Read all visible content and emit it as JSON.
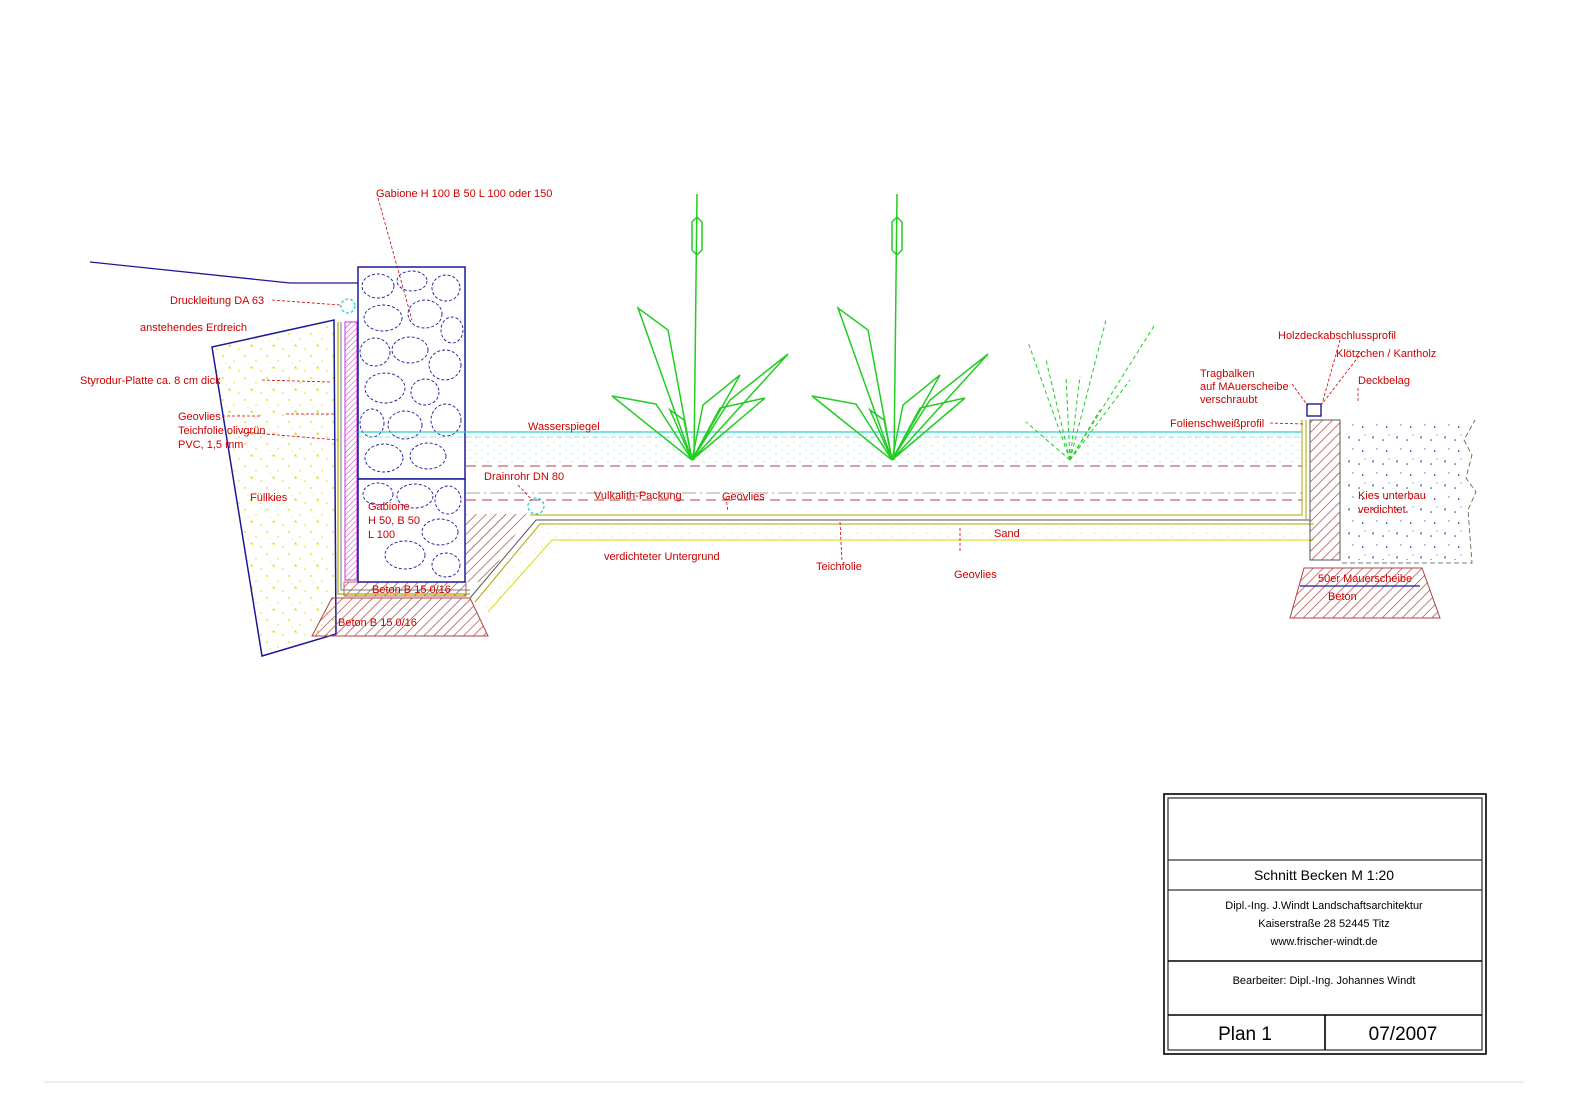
{
  "labels": {
    "gabione_top": "Gabione H 100 B 50 L 100 oder 150",
    "druckleitung": "Druckleitung DA 63",
    "erdreich": "anstehendes Erdreich",
    "styrodur": "Styrodur-Platte ca. 8 cm dick",
    "geovlies_left": "Geovlies",
    "teichfolie_left": "Teichfolie olivgrün",
    "pvc": "PVC, 1,5 mm",
    "fuellkies": "Füllkies",
    "gabione_small_1": "Gabione",
    "gabione_small_2": "H 50, B 50",
    "gabione_small_3": "L  100",
    "beton_inner": "Beton B 15 0/16",
    "beton_outer": "Beton B 15 0/16",
    "wasserspiegel": "Wasserspiegel",
    "drainrohr": "Drainrohr DN 80",
    "vulkalith": "Vulkalith-Packung",
    "geovlies_mid": "Geovlies",
    "sand": "Sand",
    "untergrund": "verdichteter Untergrund",
    "teichfolie_mid": "Teichfolie",
    "geovlies_bottom": "Geovlies",
    "holzdeck": "Holzdeckabschlussprofil",
    "kloetzchen": "Klötzchen / Kantholz",
    "tragbalken_1": "Tragbalken",
    "tragbalken_2": "auf MAuerscheibe",
    "tragbalken_3": "verschraubt",
    "deckbelag": "Deckbelag",
    "folienschweiss": "Folienschweißprofil",
    "kies_1": "Kies unterbau",
    "kies_2": "verdichtet",
    "mauerscheibe": "50er Mauerscheibe",
    "beton_right": "Beton"
  },
  "title_block": {
    "title": "Schnitt Becken M 1:20",
    "office_1": "Dipl.-Ing. J.Windt Landschaftsarchitektur",
    "office_2": "Kaiserstraße 28  52445 Titz",
    "office_3": "www.frischer-windt.de",
    "editor": "Bearbeiter: Dipl.-Ing. Johannes Windt",
    "plan": "Plan 1",
    "date": "07/2007"
  },
  "colors": {
    "label": "#cc0000",
    "gabion": "#1a1a99",
    "plants": "#22cc22",
    "water": "#33cccc",
    "gravel": "#dddd00",
    "hatch": "#b04040",
    "membrane": "#cc33cc"
  }
}
